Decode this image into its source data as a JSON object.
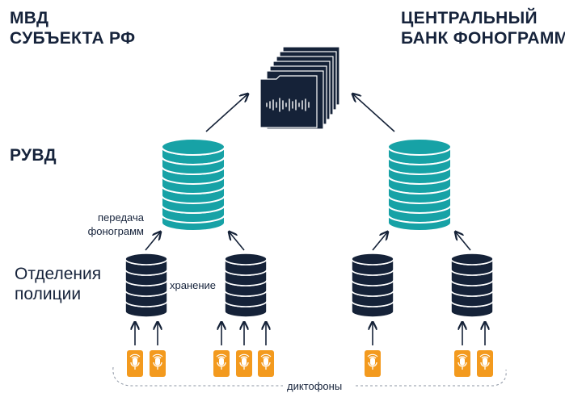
{
  "titles": {
    "left": [
      "МВД",
      "СУБЪЕКТА РФ"
    ],
    "right": [
      "ЦЕНТРАЛЬНЫЙ",
      "БАНК ФОНОГРАММ"
    ]
  },
  "levels": {
    "regional": "РУВД",
    "departments": [
      "Отделения",
      "полиции"
    ]
  },
  "annotations": {
    "transfer": [
      "передача",
      "фонограмм"
    ],
    "storage": "хранение",
    "recorders": "диктофоны"
  },
  "icons": {
    "top": "audio-files-stack-icon",
    "server": "database-server-icon",
    "recorder": "dictaphone-icon"
  },
  "colors": {
    "navy": "#152238",
    "teal": "#17a2a6",
    "orange": "#f39a1e",
    "text": "#16233b"
  }
}
